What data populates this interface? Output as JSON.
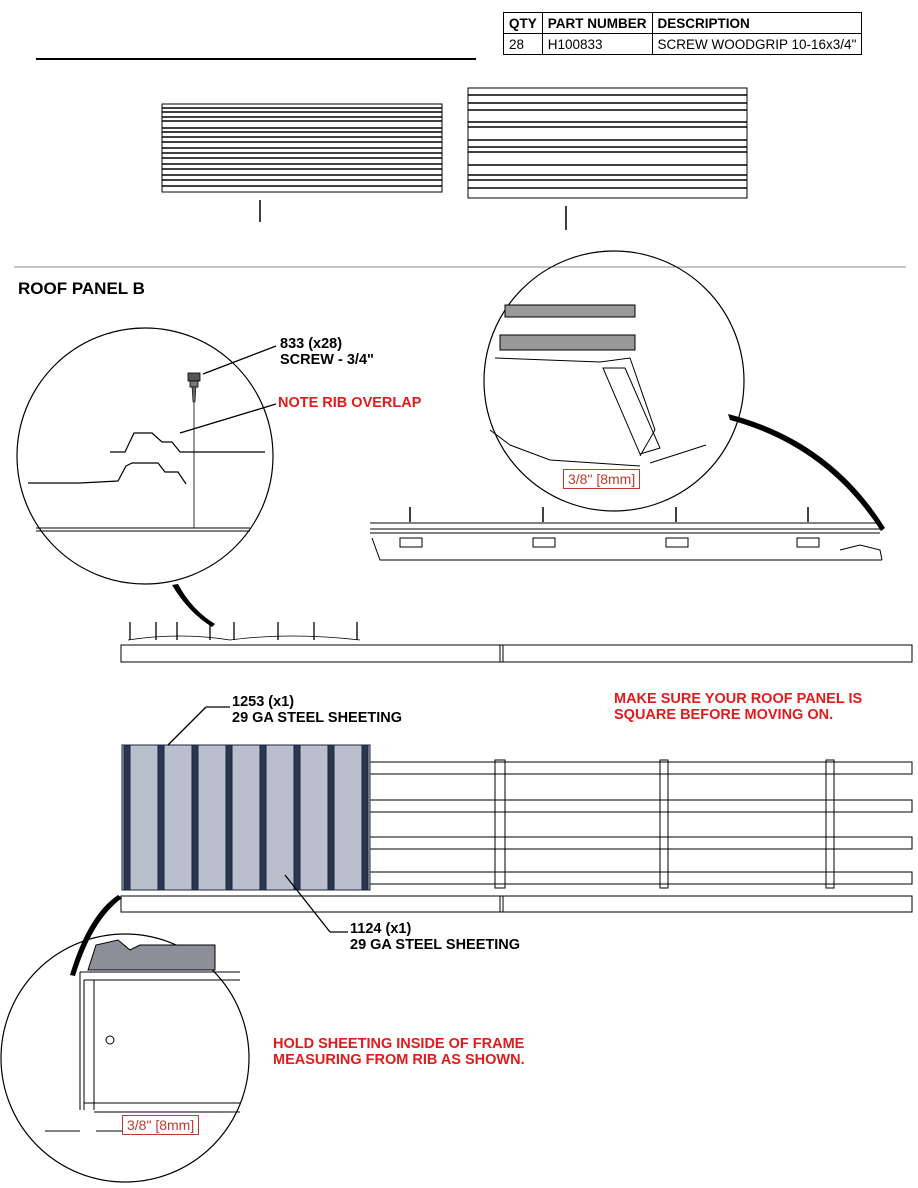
{
  "parts_table": {
    "headers": [
      "QTY",
      "PART NUMBER",
      "DESCRIPTION"
    ],
    "rows": [
      {
        "qty": "28",
        "part_number": "H100833",
        "description": "SCREW WOODGRIP 10-16x3/4\""
      }
    ]
  },
  "section_title": "ROOF PANEL B",
  "callouts": {
    "screw_qty": "833 (x28)",
    "screw_desc": "SCREW - 3/4\"",
    "note_rib_overlap": "NOTE RIB OVERLAP",
    "sheet1_qty": "1253 (x1)",
    "sheet1_desc": "29 GA STEEL SHEETING",
    "sheet2_qty": "1124 (x1)",
    "sheet2_desc": "29 GA STEEL SHEETING",
    "square_note_1": "MAKE SURE YOUR ROOF PANEL IS",
    "square_note_2": "SQUARE BEFORE MOVING ON.",
    "hold_note_1": "HOLD SHEETING INSIDE OF FRAME",
    "hold_note_2": "MEASURING FROM RIB AS SHOWN.",
    "dim_top": "3/8\" [8mm]",
    "dim_bottom": "3/8\" [8mm]"
  },
  "colors": {
    "warning_red": "#e01b1b",
    "dimension_red": "#c0392b",
    "sheet_blue": "#2a3550"
  }
}
